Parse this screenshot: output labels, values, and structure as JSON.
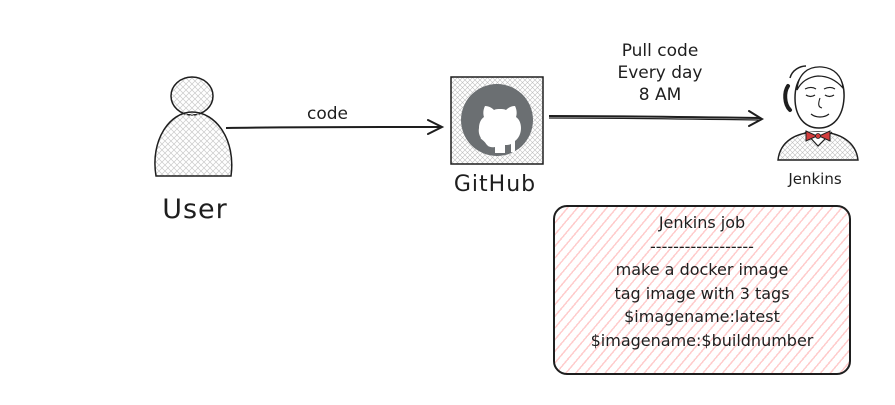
{
  "user": {
    "label": "User"
  },
  "github": {
    "label": "GitHub"
  },
  "jenkins": {
    "label": "Jenkins"
  },
  "arrows": {
    "user_to_github": "code",
    "github_to_jenkins": [
      "Pull code",
      "Every day",
      "8 AM"
    ]
  },
  "job": {
    "lines": [
      "Jenkins job",
      "------------------",
      "make a docker image",
      "tag image with 3 tags",
      "$imagename:latest",
      "$imagename:$buildnumber"
    ]
  },
  "colors": {
    "stroke": "#1e1e1e",
    "github_logo_bg": "#6b6f72",
    "job_hatch": "#ffc9c9",
    "jenkins_bowtie": "#d33d3d"
  }
}
